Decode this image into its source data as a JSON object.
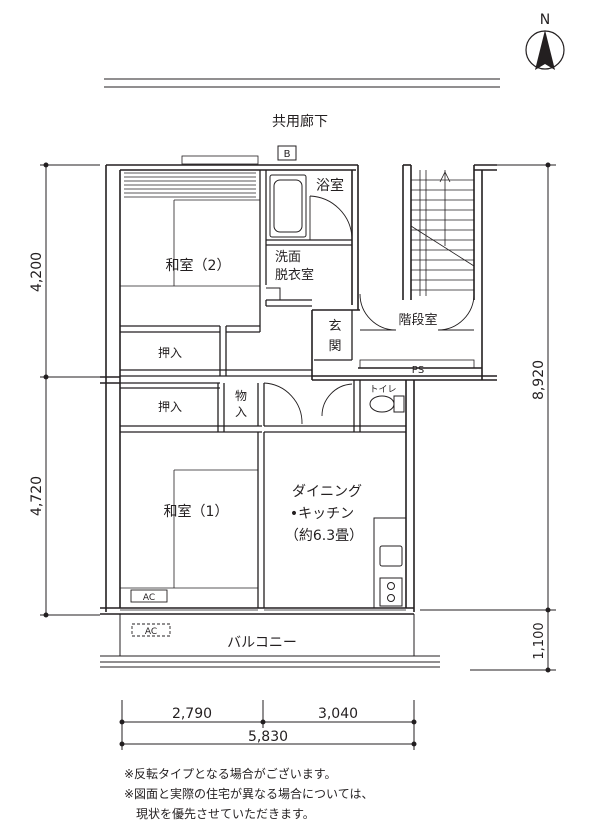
{
  "north_label": "N",
  "corridor_label": "共用廊下",
  "rooms": {
    "washitsu2": "和室（2）",
    "washitsu1": "和室（1）",
    "bath": "浴室",
    "senmen_1": "洗面",
    "senmen_2": "脱衣室",
    "genkan_1": "玄",
    "genkan_2": "関",
    "stair": "階段室",
    "oshiire_top": "押入",
    "oshiire_bottom": "押入",
    "mono_1": "物",
    "mono_2": "入",
    "toilet": "トイレ",
    "ps": "PS",
    "dk_1": "ダイニング",
    "dk_2": "•キッチン",
    "dk_3": "（約6.3畳）",
    "balcony": "バルコニー",
    "ac_in": "AC",
    "ac_out": "AC",
    "b_box": "B"
  },
  "dimensions": {
    "left_top": "4,200",
    "left_bottom": "4,720",
    "right_total": "8,920",
    "right_balcony": "1,100",
    "bottom_left": "2,790",
    "bottom_right": "3,040",
    "bottom_total": "5,830"
  },
  "notes": [
    "※反転タイプとなる場合がございます。",
    "※図面と実際の住宅が異なる場合については、",
    "　現状を優先させていただきます。"
  ]
}
